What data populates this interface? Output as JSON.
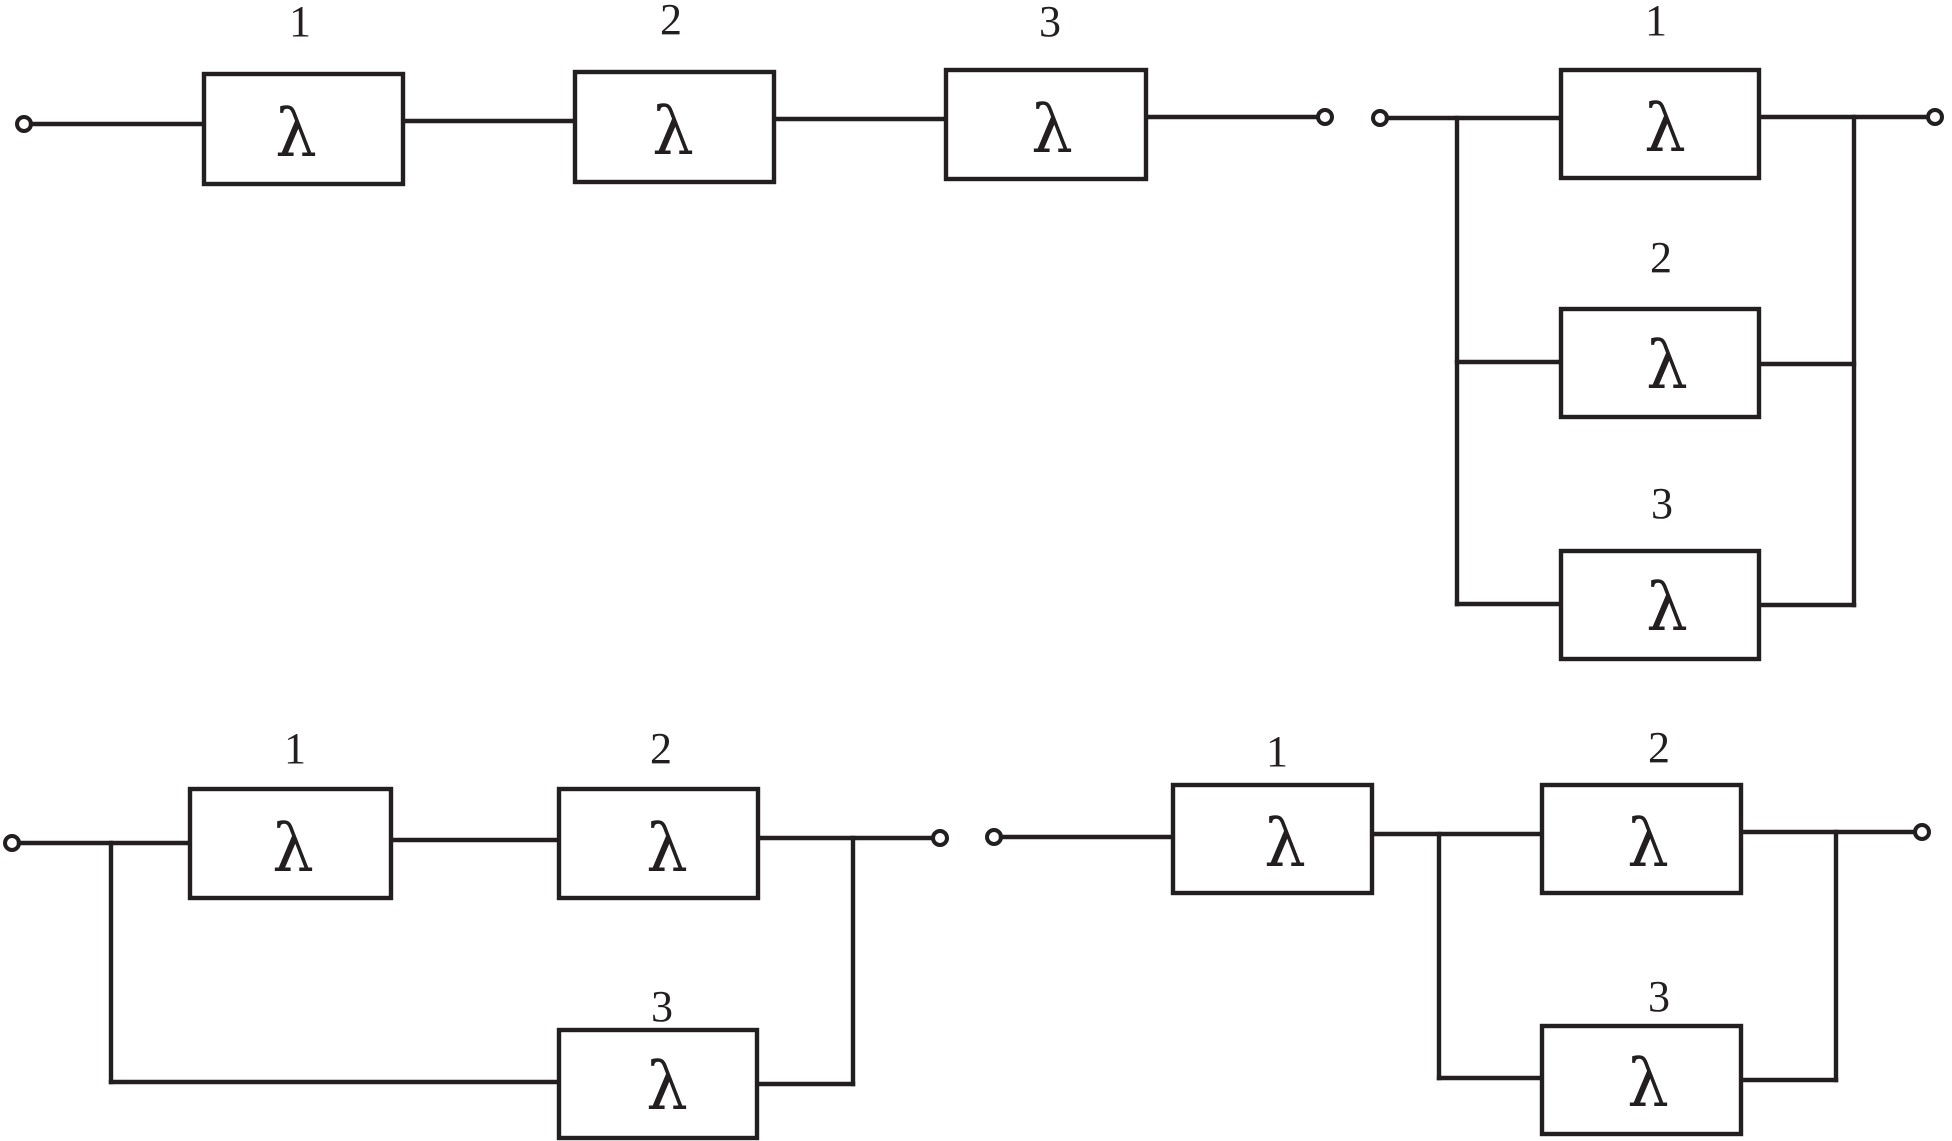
{
  "diagram": {
    "element_symbol": "λ",
    "colors": {
      "line": "#231f20",
      "background": "#ffffff"
    },
    "circuits": [
      {
        "name": "series",
        "elements": [
          {
            "label": "1",
            "symbol": "λ"
          },
          {
            "label": "2",
            "symbol": "λ"
          },
          {
            "label": "3",
            "symbol": "λ"
          }
        ]
      },
      {
        "name": "parallel",
        "elements": [
          {
            "label": "1",
            "symbol": "λ"
          },
          {
            "label": "2",
            "symbol": "λ"
          },
          {
            "label": "3",
            "symbol": "λ"
          }
        ]
      },
      {
        "name": "series-pair-parallel-with-one",
        "elements": [
          {
            "label": "1",
            "symbol": "λ"
          },
          {
            "label": "2",
            "symbol": "λ"
          },
          {
            "label": "3",
            "symbol": "λ"
          }
        ]
      },
      {
        "name": "one-series-with-parallel-pair",
        "elements": [
          {
            "label": "1",
            "symbol": "λ"
          },
          {
            "label": "2",
            "symbol": "λ"
          },
          {
            "label": "3",
            "symbol": "λ"
          }
        ]
      }
    ]
  }
}
